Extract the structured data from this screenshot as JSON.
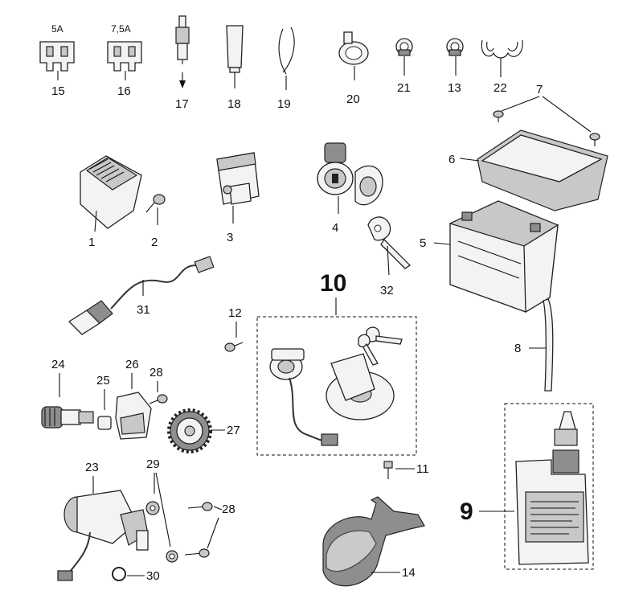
{
  "fuse_ratings": {
    "f15": "5A",
    "f16": "7,5A"
  },
  "callouts": {
    "c1": "1",
    "c2": "2",
    "c3": "3",
    "c4": "4",
    "c5": "5",
    "c6": "6",
    "c7": "7",
    "c8": "8",
    "c9": "9",
    "c10": "10",
    "c11": "11",
    "c12": "12",
    "c13": "13",
    "c14": "14",
    "c15": "15",
    "c16": "16",
    "c17": "17",
    "c18": "18",
    "c19": "19",
    "c20": "20",
    "c21": "21",
    "c22": "22",
    "c23": "23",
    "c24": "24",
    "c25": "25",
    "c26": "26",
    "c27": "27",
    "c28a": "28",
    "c28b": "28",
    "c29": "29",
    "c30": "30",
    "c31": "31",
    "c32": "32"
  },
  "colors": {
    "ink": "#111111",
    "fill": "#f3f3f3",
    "shade": "#8e8e8e"
  },
  "icons": [
    "fuse-icon",
    "battery-icon",
    "ignition-switch-icon",
    "key-icon",
    "starter-motor-icon",
    "oil-bottle-icon"
  ]
}
